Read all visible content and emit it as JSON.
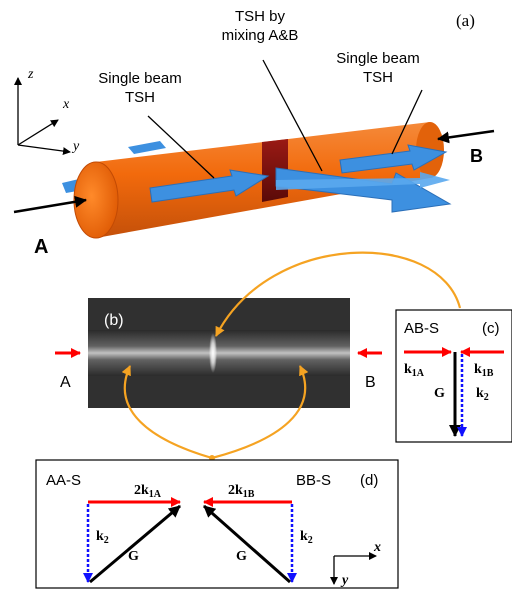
{
  "panel_a": {
    "tag": "(a)",
    "axes": {
      "z": "z",
      "x": "x",
      "y": "y"
    },
    "label_left": "Single beam",
    "label_left_2": "TSH",
    "label_center": "TSH by",
    "label_center_2": "mixing A&B",
    "label_right": "Single beam",
    "label_right_2": "TSH",
    "beam_a": "A",
    "beam_b": "B"
  },
  "panel_b": {
    "tag": "(b)",
    "beam_a": "A",
    "beam_b": "B"
  },
  "panel_c": {
    "tag": "(c)",
    "title": "AB-S",
    "k1a": "k",
    "k1a_sub": "1A",
    "k1b": "k",
    "k1b_sub": "1B",
    "g": "G",
    "k2": "k",
    "k2_sub": "2"
  },
  "panel_d": {
    "tag": "(d)",
    "left_title": "AA-S",
    "right_title": "BB-S",
    "left_k1": "2k",
    "left_k1_sub": "1A",
    "right_k1": "2k",
    "right_k1_sub": "1B",
    "left_k2": "k",
    "left_k2_sub": "2",
    "right_k2": "k",
    "right_k2_sub": "2",
    "left_g": "G",
    "right_g": "G",
    "axis_x": "x",
    "axis_y": "y"
  },
  "colors": {
    "cylinder": "#f26a0c",
    "cylinder_dark": "#c24a04",
    "band": "#7b1010",
    "beam_blue": "#3d90e0",
    "arc_orange": "#f5a322",
    "arrow_red": "#ff0000",
    "arrow_blue": "#1010ff"
  }
}
